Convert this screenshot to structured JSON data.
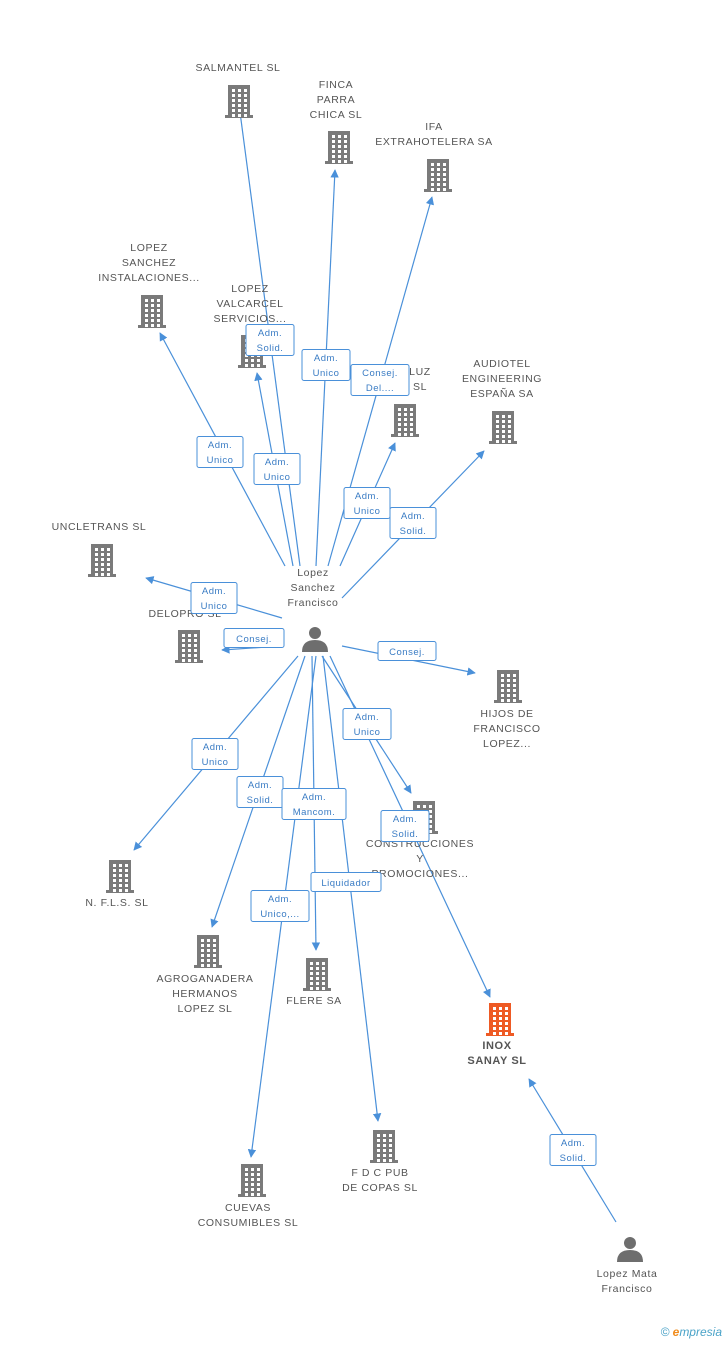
{
  "colors": {
    "edge": "#4a90d9",
    "building": "#7a7a7a",
    "focus_building": "#ee5a24",
    "person": "#6e6e6e"
  },
  "nodes": [
    {
      "id": "salmantel",
      "type": "company",
      "lines": [
        "SALMANTEL SL"
      ]
    },
    {
      "id": "finca",
      "type": "company",
      "lines": [
        "FINCA",
        "PARRA",
        "CHICA SL"
      ]
    },
    {
      "id": "ifa",
      "type": "company",
      "lines": [
        "IFA",
        "EXTRAHOTELERA SA"
      ]
    },
    {
      "id": "lopez_inst",
      "type": "company",
      "lines": [
        "LOPEZ",
        "SANCHEZ",
        "INSTALACIONES..."
      ]
    },
    {
      "id": "lopez_valc",
      "type": "company",
      "lines": [
        "LOPEZ",
        "VALCARCEL",
        "SERVICIOS..."
      ]
    },
    {
      "id": "luz",
      "type": "company",
      "lines": [
        "LUZ",
        "SL"
      ]
    },
    {
      "id": "audiotel",
      "type": "company",
      "lines": [
        "AUDIOTEL",
        "ENGINEERING",
        "ESPAÑA SA"
      ]
    },
    {
      "id": "uncletrans",
      "type": "company",
      "lines": [
        "UNCLETRANS SL"
      ]
    },
    {
      "id": "delopro",
      "type": "company",
      "lines": [
        "DELOPRO SL"
      ]
    },
    {
      "id": "lopez_sanchez",
      "type": "person",
      "lines": [
        "Lopez",
        "Sanchez",
        "Francisco"
      ]
    },
    {
      "id": "hijos",
      "type": "company",
      "lines": [
        "HIJOS DE",
        "FRANCISCO",
        "LOPEZ..."
      ]
    },
    {
      "id": "construcciones",
      "type": "company",
      "lines": [
        "CONSTRUCCIONES",
        "Y",
        "PROMOCIONES..."
      ]
    },
    {
      "id": "nfls",
      "type": "company",
      "lines": [
        "N. F.L.S. SL"
      ]
    },
    {
      "id": "agroganadera",
      "type": "company",
      "lines": [
        "AGROGANADERA",
        "HERMANOS",
        "LOPEZ SL"
      ]
    },
    {
      "id": "flere",
      "type": "company",
      "lines": [
        "FLERE SA"
      ]
    },
    {
      "id": "inox",
      "type": "company",
      "focus": true,
      "lines": [
        "INOX",
        "SANAY SL"
      ]
    },
    {
      "id": "fdc",
      "type": "company",
      "lines": [
        "F D C PUB",
        "DE COPAS SL"
      ]
    },
    {
      "id": "cuevas",
      "type": "company",
      "lines": [
        "CUEVAS",
        "CONSUMIBLES SL"
      ]
    },
    {
      "id": "lopez_mata",
      "type": "person",
      "lines": [
        "Lopez Mata",
        "Francisco"
      ]
    }
  ],
  "edges": [
    {
      "from": "lopez_sanchez",
      "to": "salmantel",
      "label": [
        "Adm.",
        "Solid."
      ]
    },
    {
      "from": "lopez_sanchez",
      "to": "finca",
      "label": [
        "Adm.",
        "Unico"
      ]
    },
    {
      "from": "lopez_sanchez",
      "to": "ifa",
      "label": [
        "Consej.",
        "Del...."
      ]
    },
    {
      "from": "lopez_sanchez",
      "to": "lopez_inst",
      "label": [
        "Adm.",
        "Unico"
      ]
    },
    {
      "from": "lopez_sanchez",
      "to": "lopez_valc",
      "label": [
        "Adm.",
        "Unico"
      ]
    },
    {
      "from": "lopez_sanchez",
      "to": "luz",
      "label": [
        "Adm.",
        "Unico"
      ]
    },
    {
      "from": "lopez_sanchez",
      "to": "audiotel",
      "label": [
        "Adm.",
        "Solid."
      ]
    },
    {
      "from": "lopez_sanchez",
      "to": "uncletrans",
      "label": [
        "Adm.",
        "Unico"
      ]
    },
    {
      "from": "lopez_sanchez",
      "to": "delopro",
      "label": [
        "Consej."
      ]
    },
    {
      "from": "lopez_sanchez",
      "to": "hijos",
      "label": [
        "Consej."
      ]
    },
    {
      "from": "lopez_sanchez",
      "to": "construcciones",
      "label": [
        "Adm.",
        "Unico"
      ]
    },
    {
      "from": "lopez_sanchez",
      "to": "nfls",
      "label": [
        "Adm.",
        "Unico"
      ]
    },
    {
      "from": "lopez_sanchez",
      "to": "agroganadera",
      "label": [
        "Adm.",
        "Solid."
      ]
    },
    {
      "from": "lopez_sanchez",
      "to": "flere",
      "label": [
        "Adm.",
        "Mancom."
      ]
    },
    {
      "from": "lopez_sanchez",
      "to": "inox",
      "label": [
        "Adm.",
        "Solid."
      ]
    },
    {
      "from": "lopez_sanchez",
      "to": "fdc",
      "label": [
        "Liquidador"
      ]
    },
    {
      "from": "lopez_sanchez",
      "to": "cuevas",
      "label": [
        "Adm.",
        "Unico,..."
      ]
    },
    {
      "from": "lopez_mata",
      "to": "inox",
      "label": [
        "Adm.",
        "Solid."
      ]
    }
  ],
  "footer": {
    "copyright": "©",
    "brand_initial": "e",
    "brand_rest": "mpresia"
  }
}
